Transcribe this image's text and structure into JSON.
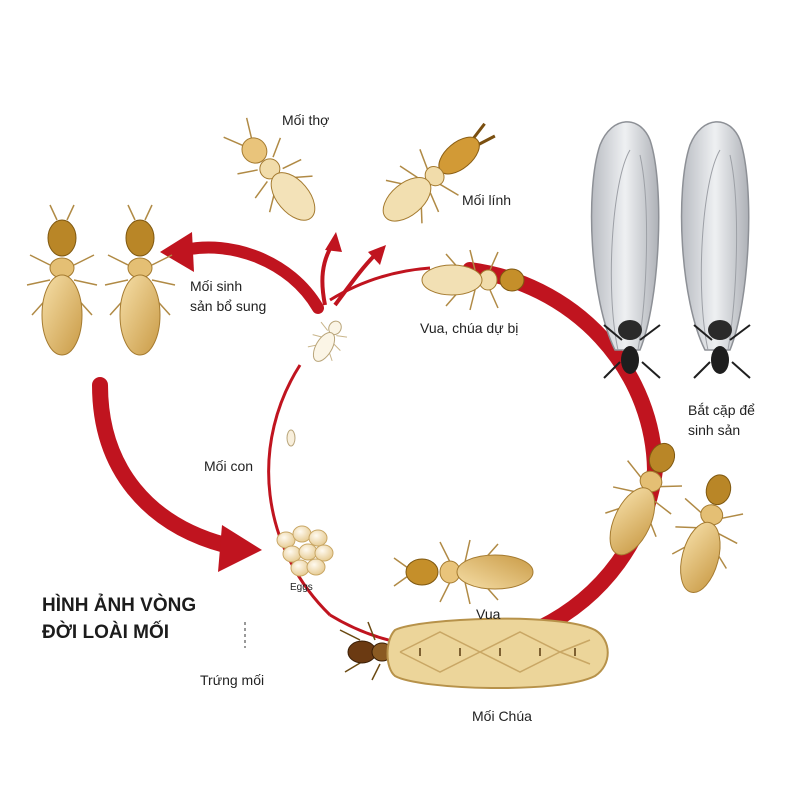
{
  "title": {
    "line1": "HÌNH ẢNH VÒNG",
    "line2": "ĐỜI LOÀI MỐI"
  },
  "labels": {
    "worker": "Mối thợ",
    "soldier": "Mối lính",
    "supp_line1": "Mối sinh",
    "supp_line2": "sản bổ sung",
    "reserve": "Vua, chúa dự bị",
    "mating_line1": "Bắt cặp để",
    "mating_line2": "sinh sản",
    "nymph": "Mối con",
    "eggs": "Eggs",
    "king": "Vua",
    "queen": "Mối Chúa",
    "egg_vi": "Trứng mối"
  },
  "colors": {
    "cycle": "#c0141f",
    "body": "#e6c07a",
    "head": "#b88a2a",
    "pale": "#f3e6c6",
    "wing": "#d9dbde",
    "dark": "#2a2a2a"
  }
}
